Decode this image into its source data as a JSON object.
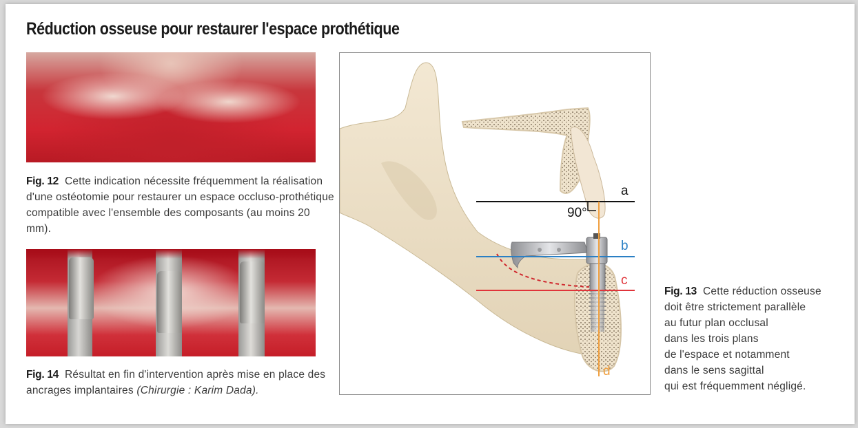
{
  "title": "Réduction osseuse pour restaurer l'espace prothétique",
  "figures": {
    "fig12": {
      "label": "Fig. 12",
      "caption": "Cette indication nécessite fréquemment la réalisation d'une ostéotomie pour restaurer un espace occluso-prothétique compatible avec l'ensemble des composants (au moins 20 mm)."
    },
    "fig13": {
      "label": "Fig. 13",
      "caption_lines": [
        "Cette réduction osseuse",
        "doit être strictement parallèle",
        "au futur plan occlusal",
        "dans les trois plans",
        "de l'espace et notamment",
        "dans le sens sagittal",
        "qui est fréquemment négligé."
      ],
      "diagram": {
        "angle_label": "90°",
        "lines": [
          {
            "id": "a",
            "color": "#111111"
          },
          {
            "id": "b",
            "color": "#2a7fc4"
          },
          {
            "id": "c",
            "color": "#e0343a"
          },
          {
            "id": "d",
            "color": "#f0a040"
          }
        ]
      }
    },
    "fig14": {
      "label": "Fig. 14",
      "caption": "Résultat en fin d'intervention après mise en place des ancrages implantaires",
      "credit": "(Chirurgie : Karim Dada)."
    }
  }
}
